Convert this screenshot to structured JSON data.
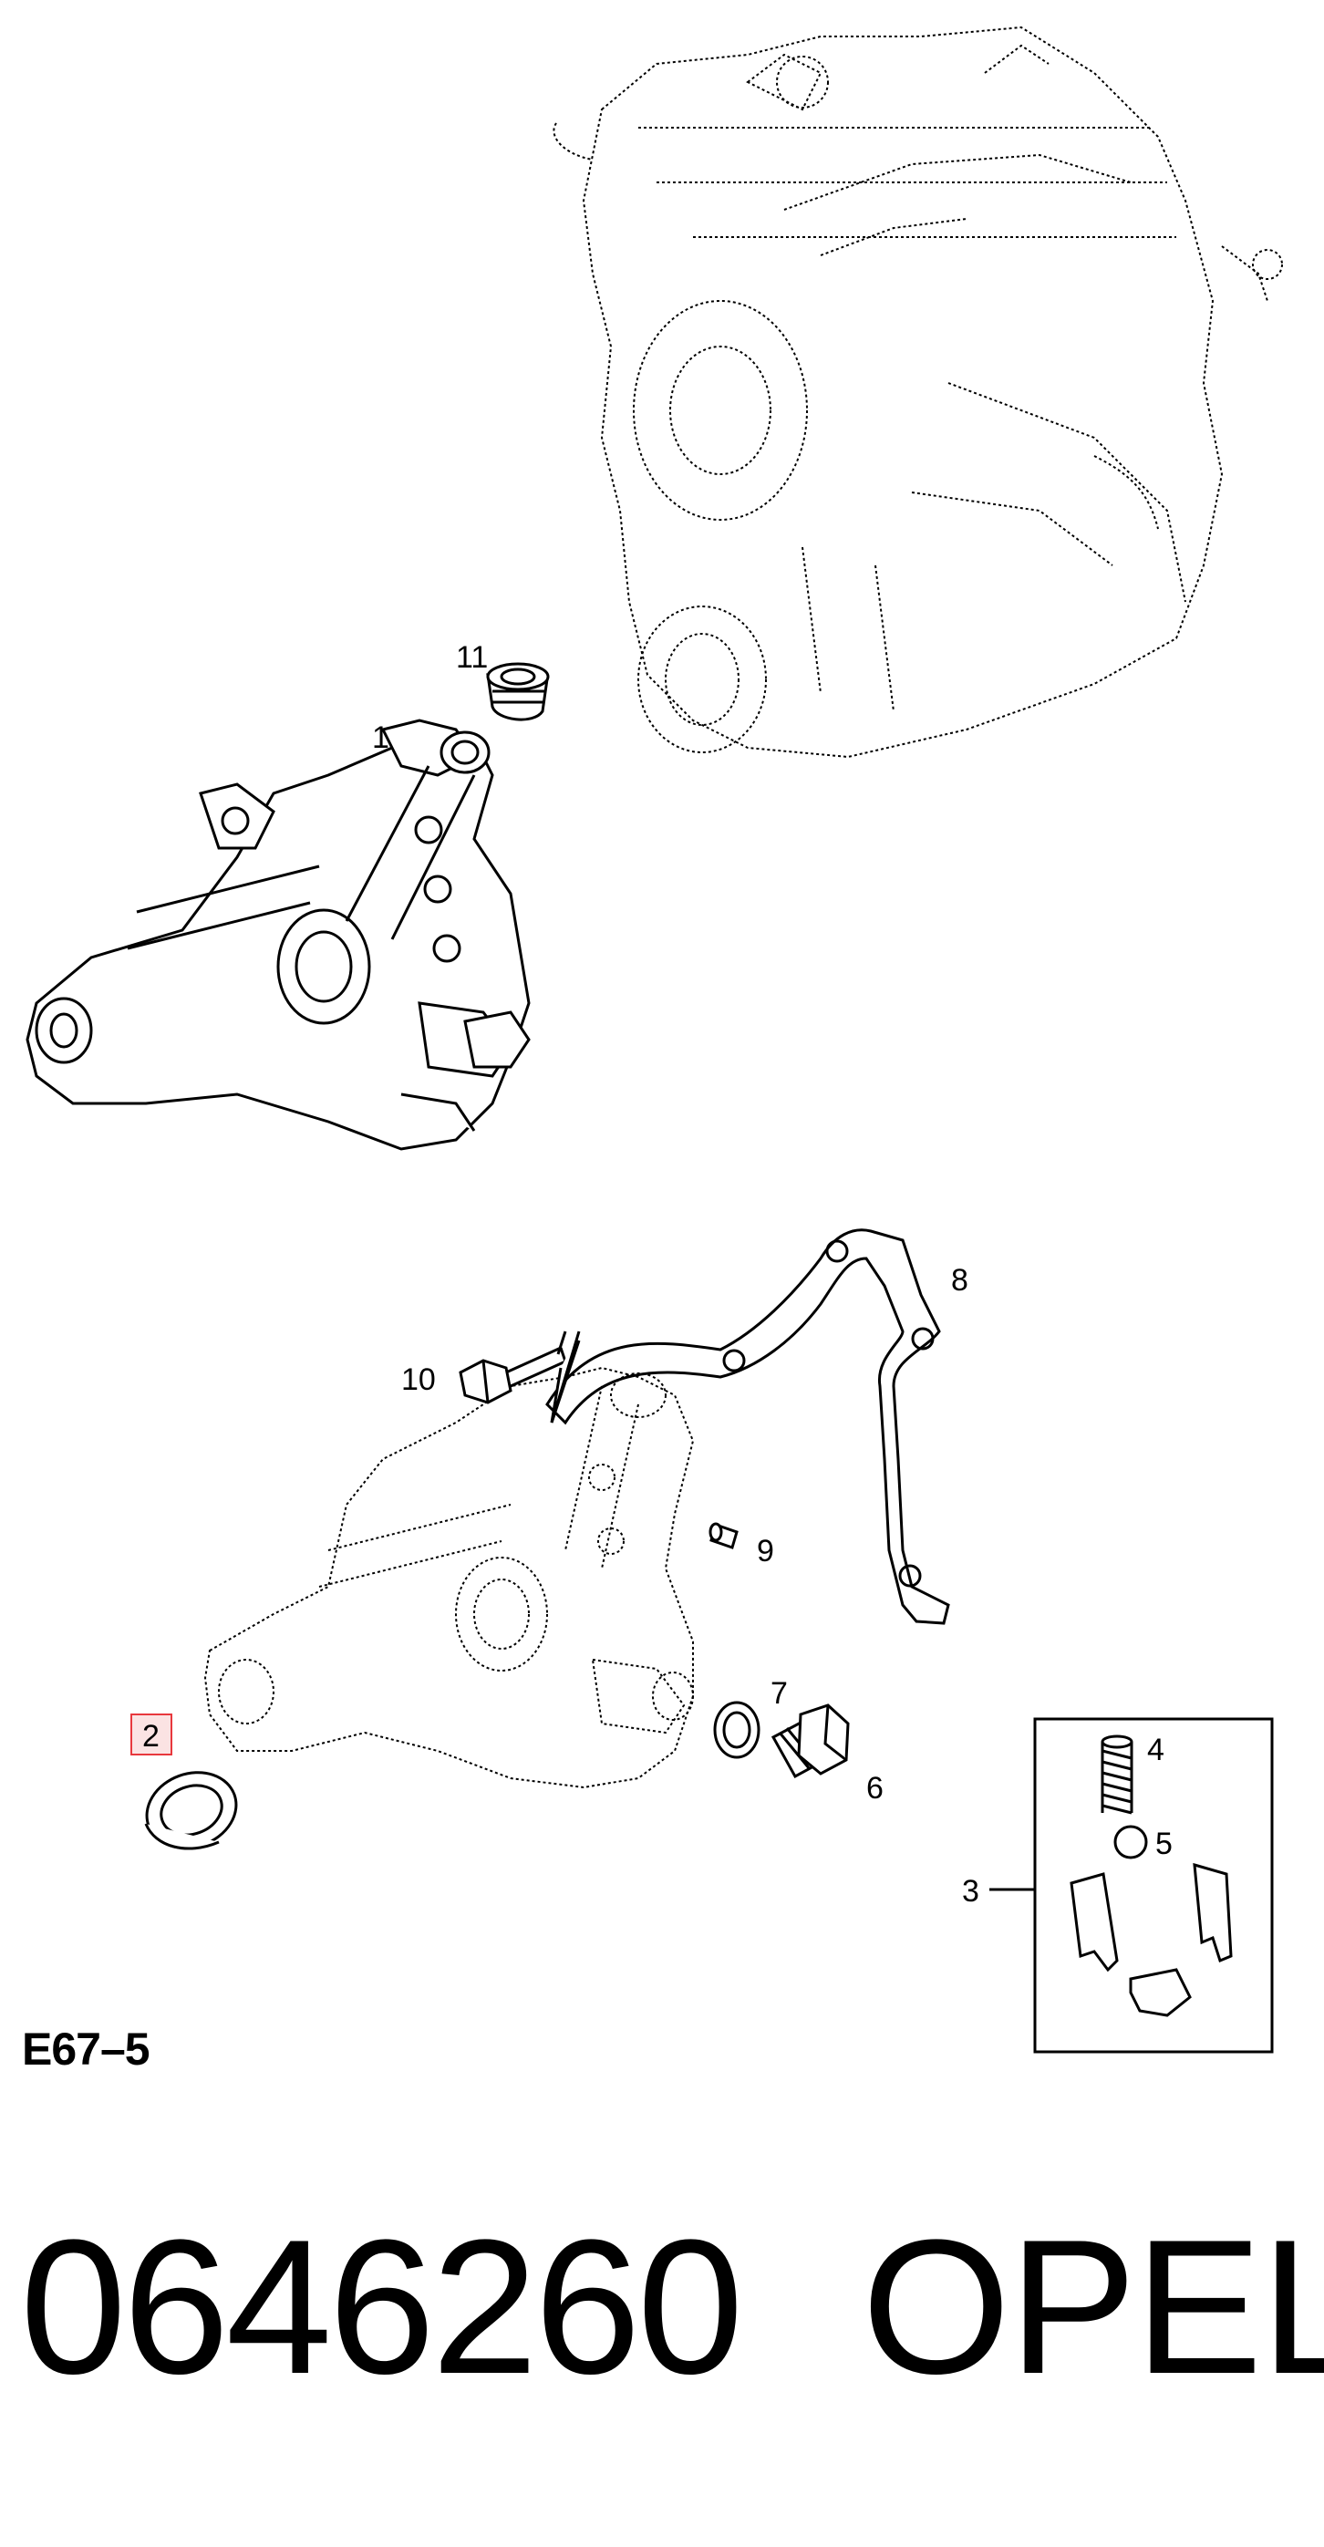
{
  "callouts": {
    "c1": "1",
    "c2": "2",
    "c3": "3",
    "c4": "4",
    "c5": "5",
    "c6": "6",
    "c7": "7",
    "c8": "8",
    "c9": "9",
    "c10": "10",
    "c11": "11"
  },
  "highlight": {
    "callout": "2",
    "color": "#e8383d"
  },
  "diagram_code": "E67–5",
  "part_number": "0646260",
  "brand": "OPEL"
}
